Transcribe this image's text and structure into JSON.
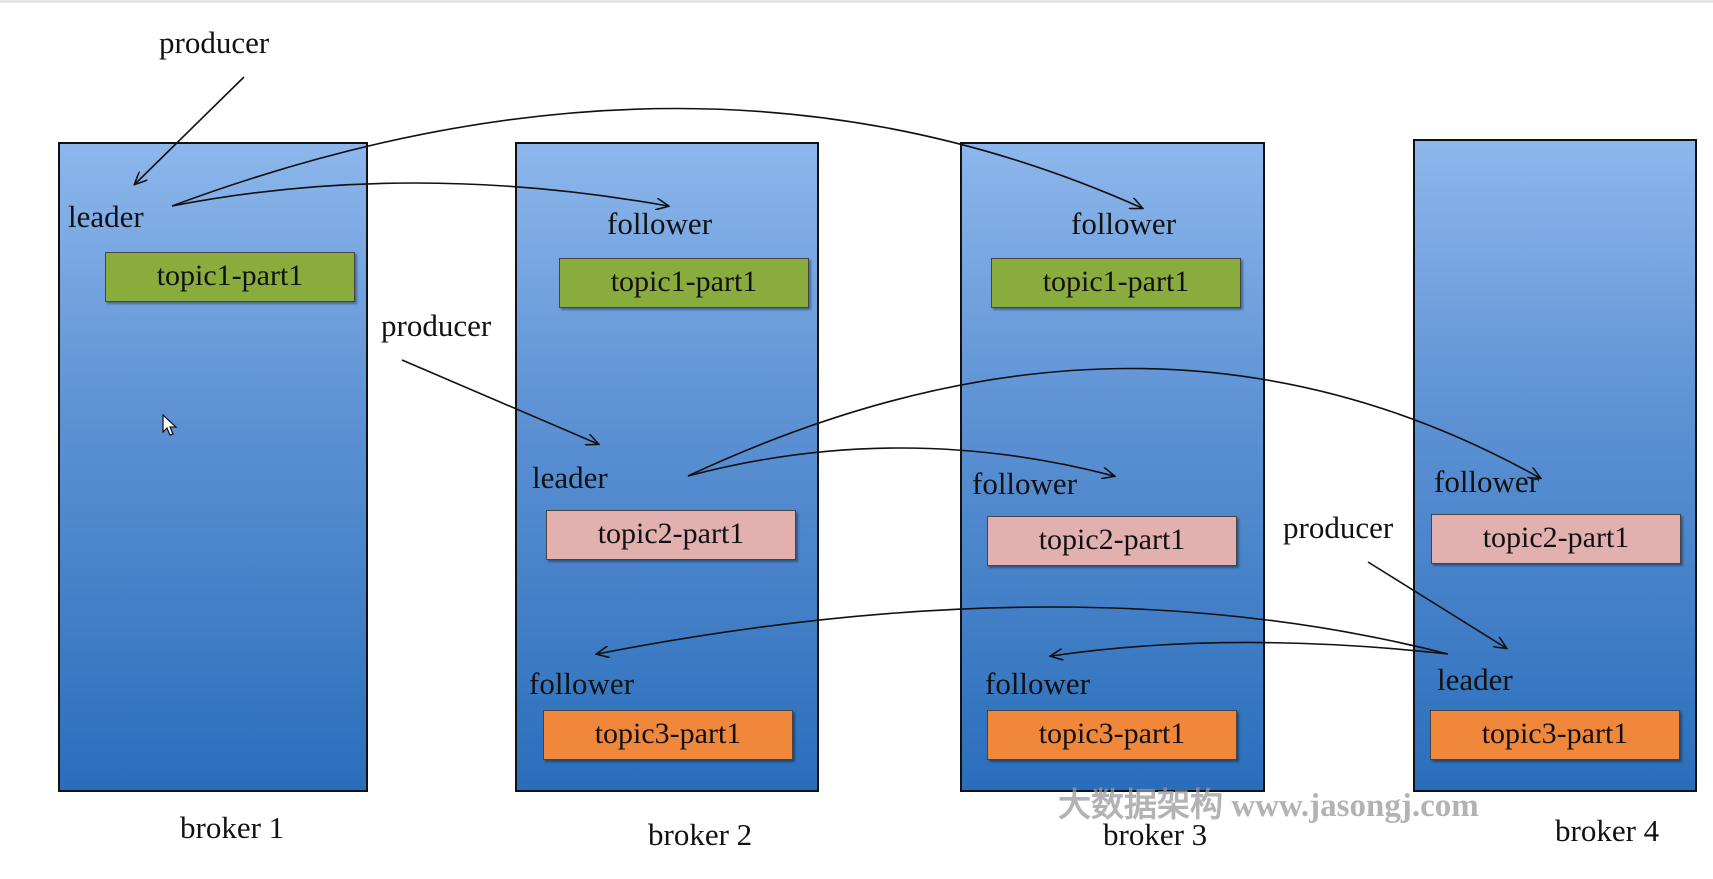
{
  "colors": {
    "topic1": "#8aac3c",
    "topic2": "#e2b0ae",
    "topic3": "#f0873b",
    "broker_top": "#8db7ec",
    "broker_bottom": "#2a6ebb"
  },
  "brokers": [
    {
      "name": "broker 1"
    },
    {
      "name": "broker 2"
    },
    {
      "name": "broker 3"
    },
    {
      "name": "broker 4"
    }
  ],
  "producers": [
    "producer",
    "producer",
    "producer"
  ],
  "roles": {
    "b1_t1": "leader",
    "b2_t1": "follower",
    "b3_t1": "follower",
    "b2_t2": "leader",
    "b3_t2": "follower",
    "b4_t2": "follower",
    "b2_t3": "follower",
    "b3_t3": "follower",
    "b4_t3": "leader"
  },
  "partitions": {
    "topic1": "topic1-part1",
    "topic2": "topic2-part1",
    "topic3": "topic3-part1"
  },
  "watermark": "大数据架构 www.jasongj.com"
}
